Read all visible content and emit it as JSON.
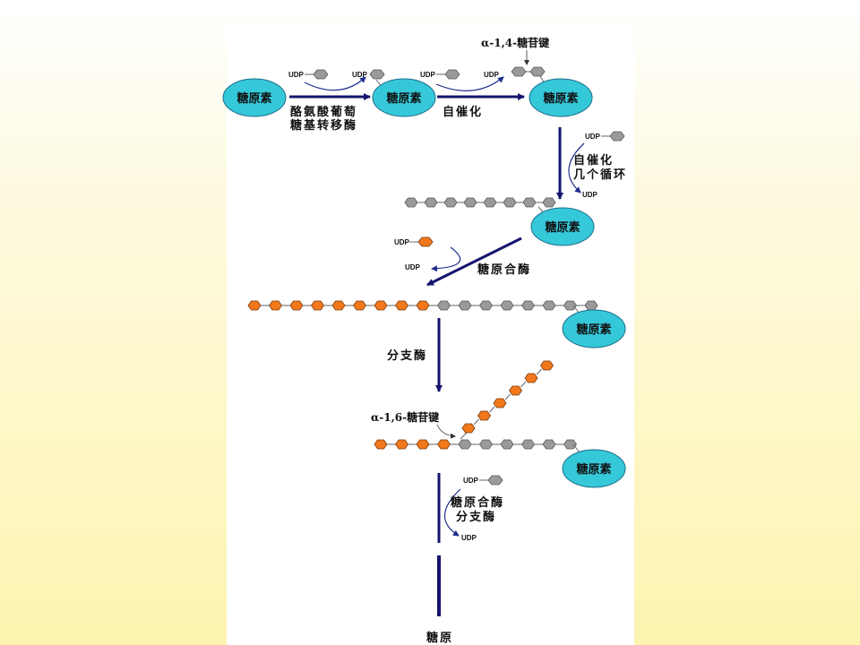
{
  "colors": {
    "slide_bg_top": "#ffffff",
    "slide_bg_bottom": "#fdf4b0",
    "panel": "#ffffff",
    "glycogen_fill": "#35c8d9",
    "glycogen_stroke": "#1c6f8a",
    "hex_gray": "#9a9a9a",
    "hex_orange": "#f2781c",
    "arrow_dark": "#14146e",
    "arrow_blue": "#1f2e8c"
  },
  "labels": {
    "udp": "UDP",
    "glycogen": "糖原素",
    "enzyme_line1": "酪氨酸葡萄",
    "enzyme_line2": "糖基转移酶",
    "autocatalysis": "自催化",
    "alpha14_bond": "α-1,4-糖苷键",
    "cycle_line1": "自催化",
    "cycle_line2": "几个循环",
    "synthase": "糖原合酶",
    "branching_enzyme": "分支酶",
    "alpha16_bond": "α-1,6-糖苷键",
    "step5_line1": "糖原合酶",
    "step5_line2": "分支酶",
    "final_product": "糖原"
  }
}
